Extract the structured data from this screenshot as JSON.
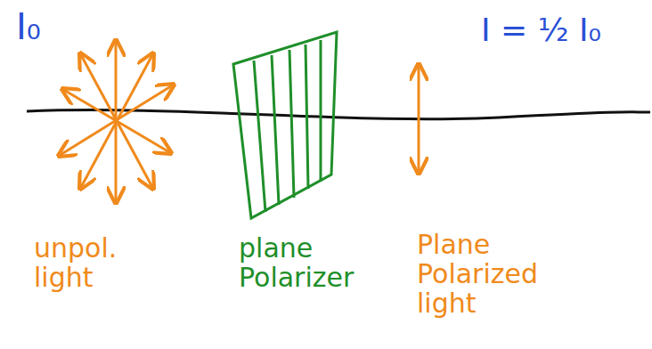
{
  "diagram": {
    "labels": [
      "I₀",
      "I = ½ I₀",
      "unpol. light",
      "plane Polarizer",
      "Plane Polarized light"
    ]
  }
}
